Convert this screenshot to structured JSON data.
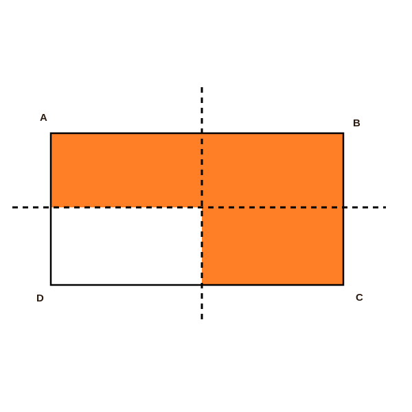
{
  "figure": {
    "vertices": {
      "top_left": "A",
      "top_right": "B",
      "bottom_right": "C",
      "bottom_left": "D"
    },
    "shaded_parts": [
      "top-left",
      "top-right",
      "bottom-right"
    ],
    "unshaded_parts": [
      "bottom-left"
    ],
    "fold_lines": [
      "vertical",
      "horizontal"
    ],
    "colors": {
      "shade": "#FF7F27",
      "outline": "#000000",
      "unshaded": "#FFFFFF",
      "label": "#2B1A10"
    }
  }
}
